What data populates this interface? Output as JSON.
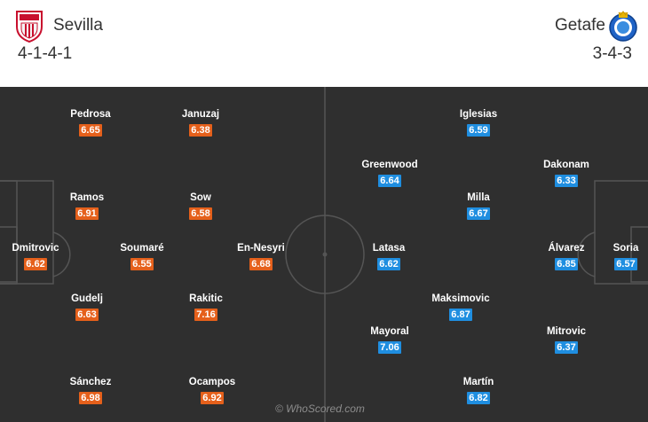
{
  "home": {
    "name": "Sevilla",
    "formation": "4-1-4-1",
    "color": "#e5601b",
    "crest_icon": "sevilla-crest-icon",
    "players": [
      {
        "name": "Pedrosa",
        "rating": "6.65"
      },
      {
        "name": "Januzaj",
        "rating": "6.38"
      },
      {
        "name": "Ramos",
        "rating": "6.91"
      },
      {
        "name": "Sow",
        "rating": "6.58"
      },
      {
        "name": "Dmitrovic",
        "rating": "6.62"
      },
      {
        "name": "Soumaré",
        "rating": "6.55"
      },
      {
        "name": "En-Nesyri",
        "rating": "6.68"
      },
      {
        "name": "Gudelj",
        "rating": "6.63"
      },
      {
        "name": "Rakitic",
        "rating": "7.16"
      },
      {
        "name": "Sánchez",
        "rating": "6.98"
      },
      {
        "name": "Ocampos",
        "rating": "6.92"
      }
    ]
  },
  "away": {
    "name": "Getafe",
    "formation": "3-4-3",
    "color": "#1f8ee0",
    "crest_icon": "getafe-crest-icon",
    "players": [
      {
        "name": "Iglesias",
        "rating": "6.59"
      },
      {
        "name": "Greenwood",
        "rating": "6.64"
      },
      {
        "name": "Dakonam",
        "rating": "6.33"
      },
      {
        "name": "Milla",
        "rating": "6.67"
      },
      {
        "name": "Latasa",
        "rating": "6.62"
      },
      {
        "name": "Álvarez",
        "rating": "6.85"
      },
      {
        "name": "Soria",
        "rating": "6.57"
      },
      {
        "name": "Maksimovic",
        "rating": "6.87"
      },
      {
        "name": "Mayoral",
        "rating": "7.06"
      },
      {
        "name": "Mitrovic",
        "rating": "6.37"
      },
      {
        "name": "Martín",
        "rating": "6.82"
      }
    ]
  },
  "watermark": "© WhoScored.com"
}
